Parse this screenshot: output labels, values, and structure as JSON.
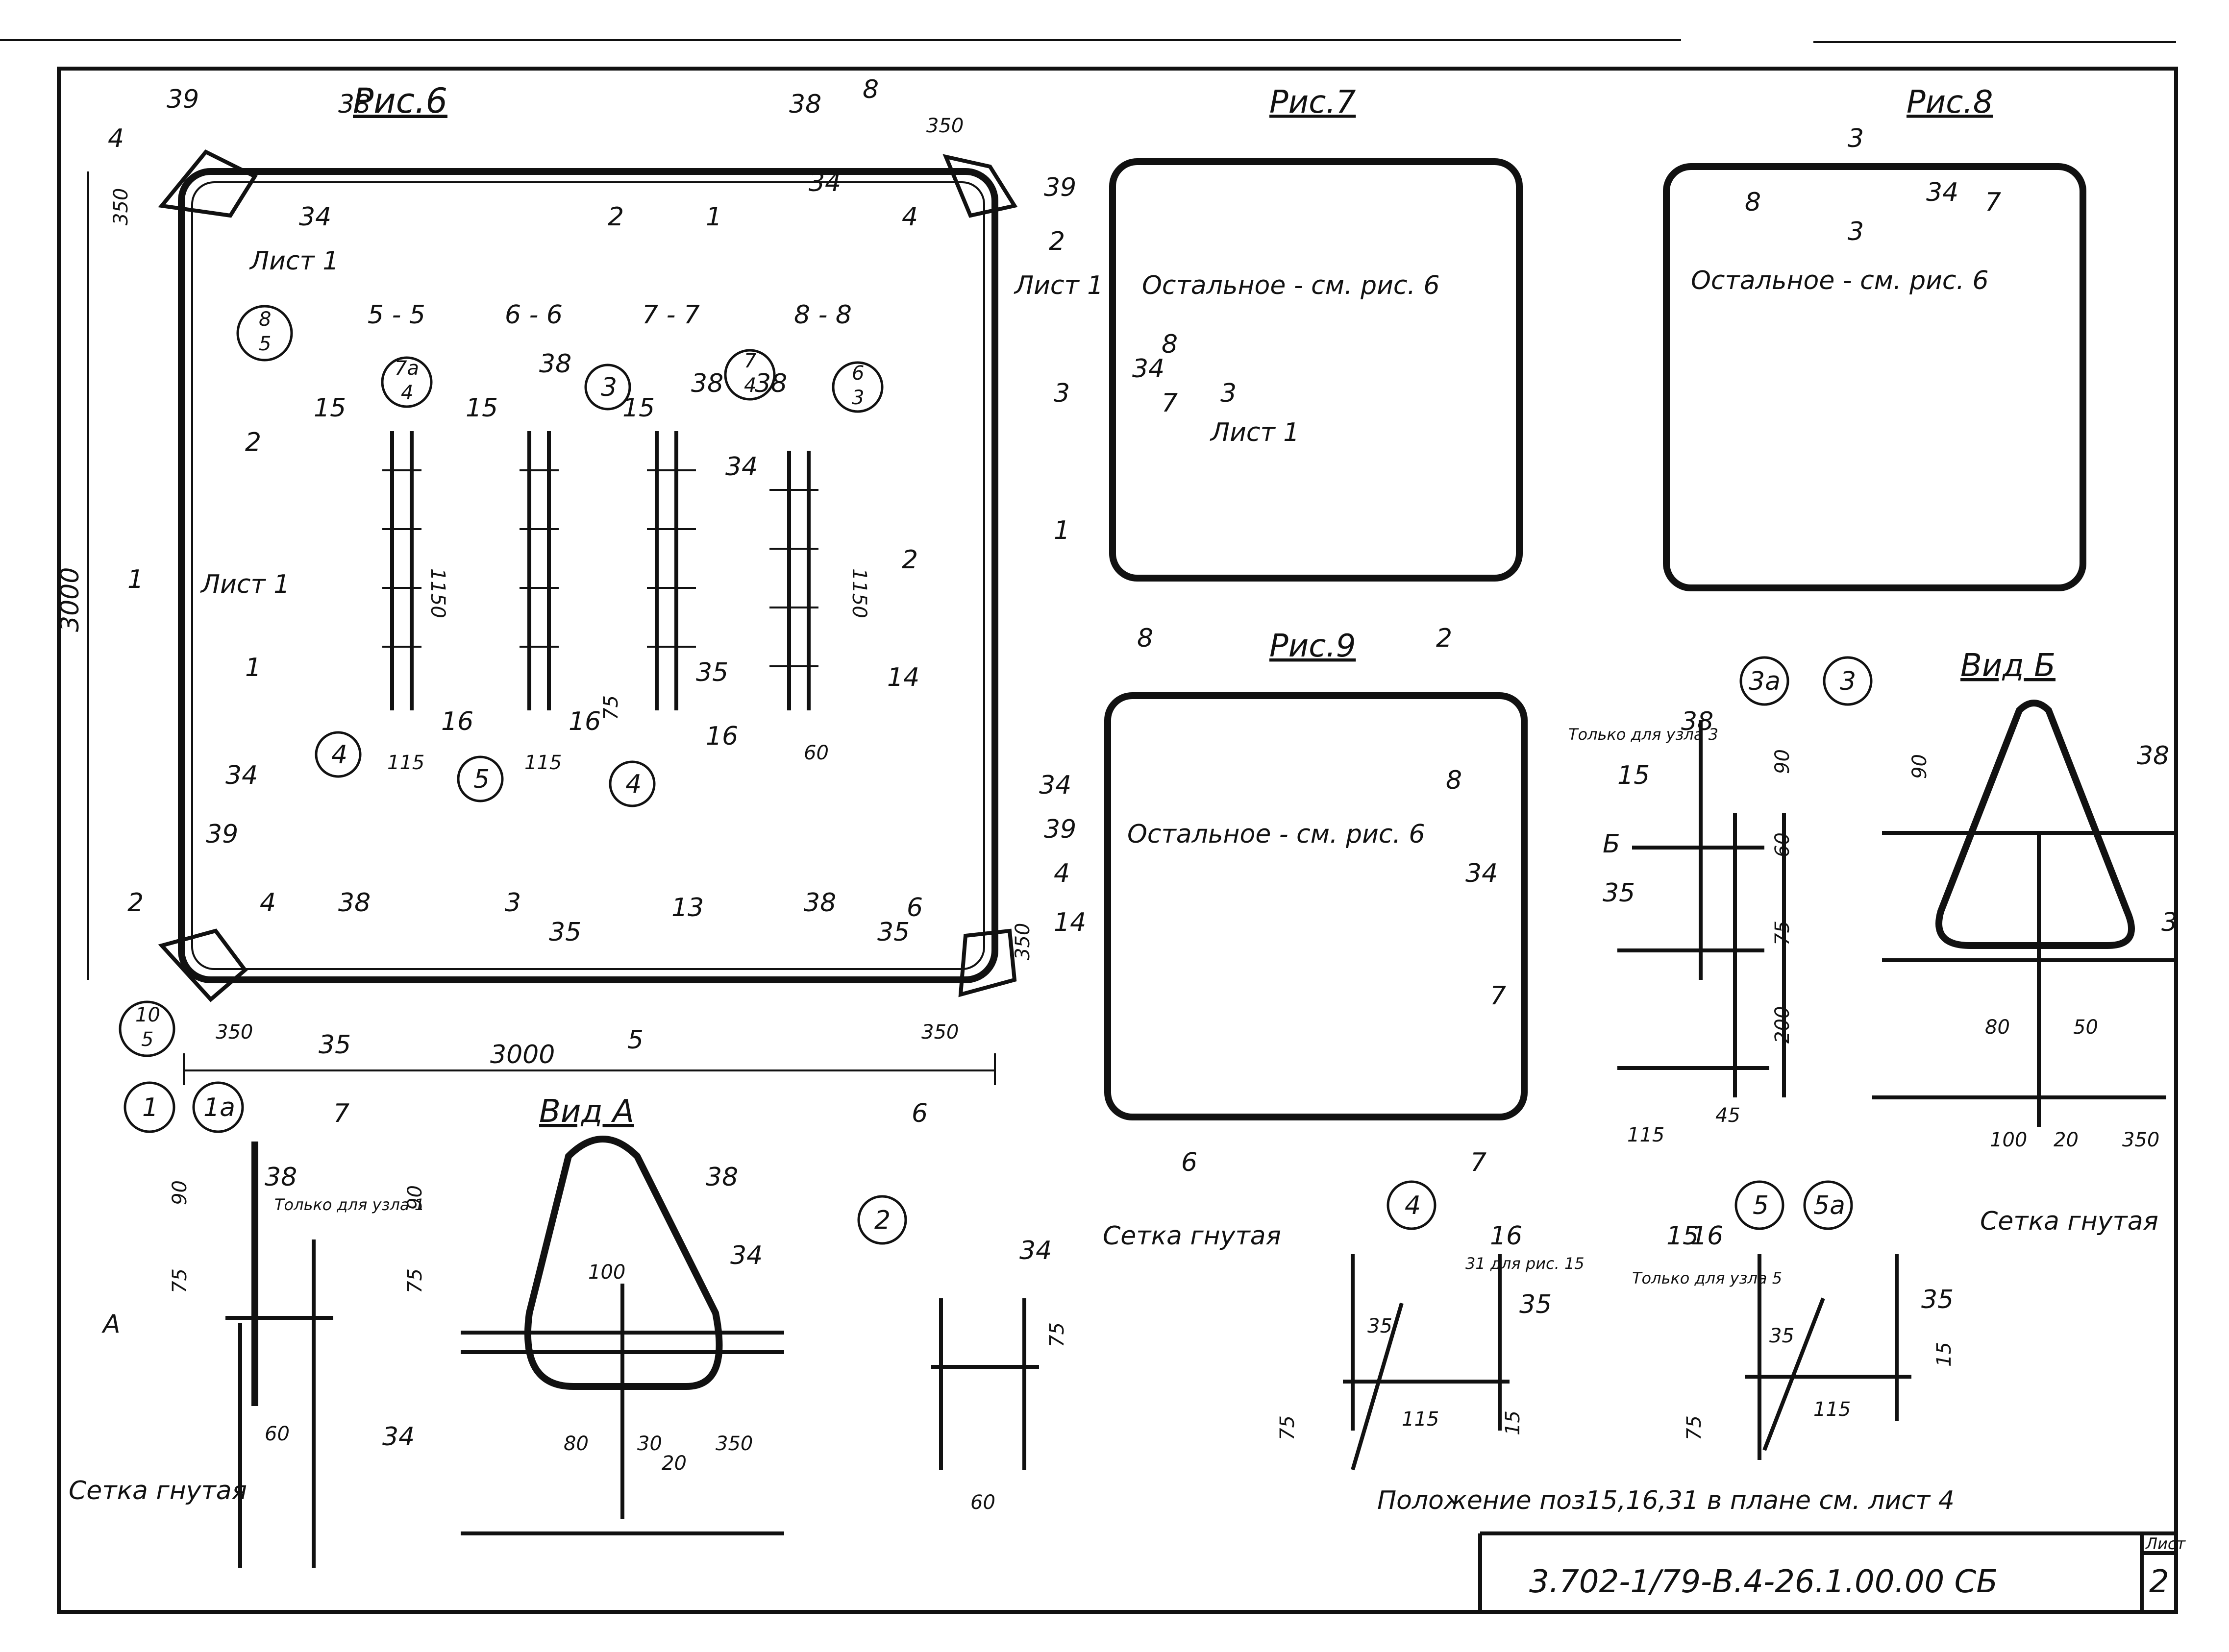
{
  "drawing": {
    "figures": {
      "fig6": "Рис.6",
      "fig7": "Рис.7",
      "fig8": "Рис.8",
      "fig9": "Рис.9",
      "view_a": "Вид А",
      "view_b": "Вид Б"
    },
    "notes": {
      "rest": "Остальное - см. рис. 6",
      "sheet1": "Лист 1",
      "position": "Положение поз15,16,31 в плане см. лист 4",
      "only_node1": "Только для узла 1",
      "only_node3": "Только для узла 3",
      "only_node5": "Только для узла 5",
      "for_fig15": "31 для рис. 15",
      "mesh_bent": "Сетка гнутая"
    },
    "sections": [
      "5 - 5",
      "6 - 6",
      "7 - 7",
      "8 - 8"
    ],
    "dims": {
      "d3000": "3000",
      "d350": "350",
      "d1150": "1150",
      "d115": "115",
      "d60": "60",
      "d75": "75",
      "d90": "90",
      "d100": "100",
      "d80": "80",
      "d30": "30",
      "d20": "20",
      "d50": "50",
      "d45": "45",
      "d200": "200",
      "d15": "15",
      "d35": "35"
    },
    "pos": {
      "p1": "1",
      "p2": "2",
      "p3": "3",
      "p4": "4",
      "p5": "5",
      "p6": "6",
      "p7": "7",
      "p8": "8",
      "p13": "13",
      "p14": "14",
      "p15": "15",
      "p16": "16",
      "p34": "34",
      "p35": "35",
      "p38": "38",
      "p39": "39"
    },
    "nodes": {
      "n1": "1",
      "n1a": "1а",
      "n2": "2",
      "n3": "3",
      "n3a": "3а",
      "n4": "4",
      "n5": "5",
      "n5a": "5а",
      "ref85": [
        "8",
        "5"
      ],
      "ref105": [
        "10",
        "5"
      ],
      "ref7a4": [
        "7а",
        "4"
      ],
      "ref74": [
        "7",
        "4"
      ],
      "ref63": [
        "6",
        "3"
      ]
    },
    "cut_letters": {
      "a": "А",
      "b": "Б"
    },
    "title_block": {
      "code": "3.702-1/79-В.4-26.1.00.00 СБ",
      "sheet_label": "Лист",
      "sheet_no": "2"
    }
  }
}
